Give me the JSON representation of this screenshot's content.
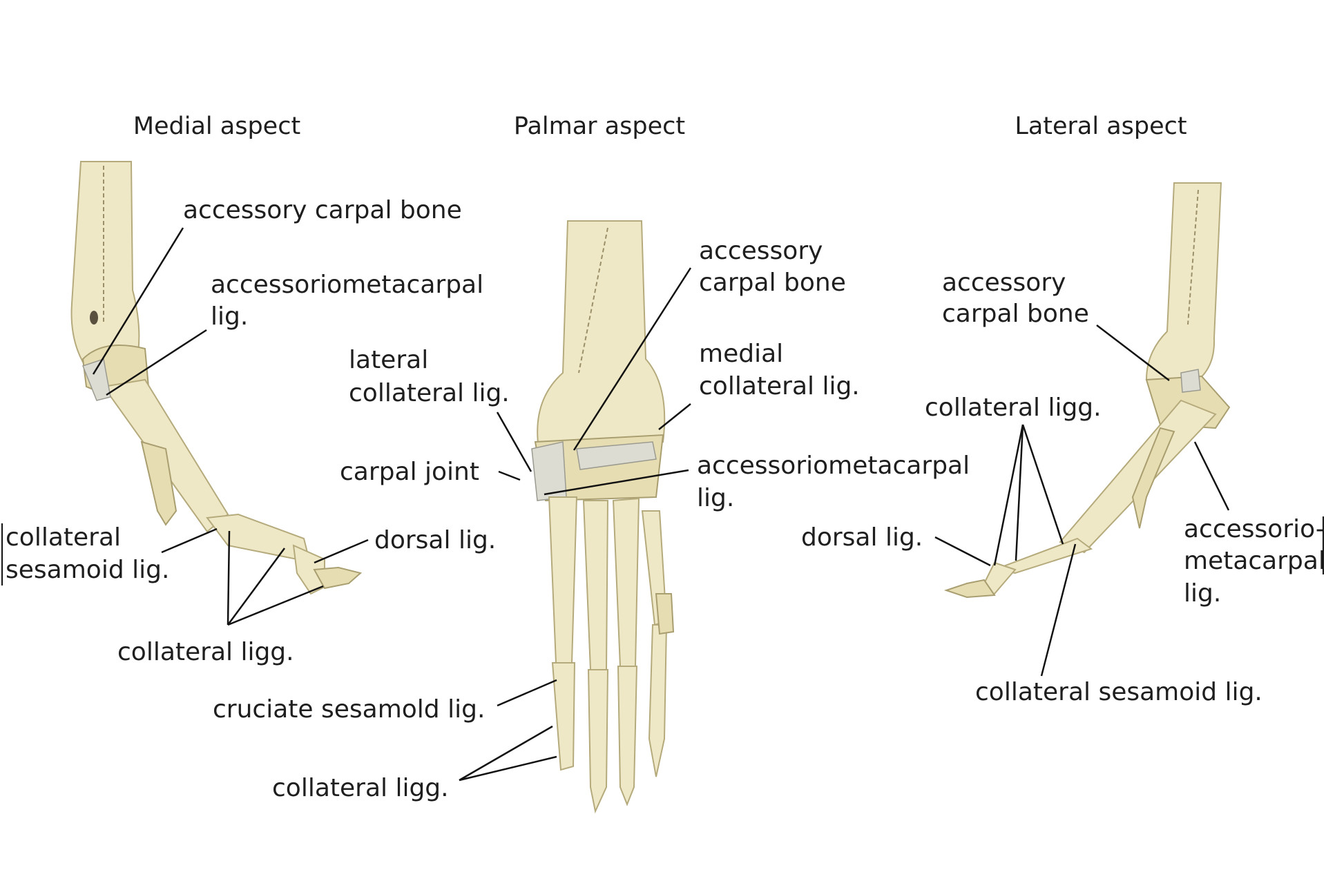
{
  "titles": {
    "medial": "Medial aspect",
    "palmar": "Palmar aspect",
    "lateral": "Lateral aspect"
  },
  "medial": {
    "accessory_carpal_bone": "accessory carpal bone",
    "accessoriometacarpal_1": "accessoriometacarpal",
    "accessoriometacarpal_2": "lig.",
    "collateral_sesamoid_1": "collateral",
    "collateral_sesamoid_2": "sesamoid lig.",
    "dorsal_lig": "dorsal lig.",
    "collateral_ligg": "collateral ligg."
  },
  "palmar": {
    "accessory_carpal_1": "accessory",
    "accessory_carpal_2": "carpal bone",
    "lateral_collateral_1": "lateral",
    "lateral_collateral_2": "collateral lig.",
    "medial_collateral_1": "medial",
    "medial_collateral_2": "collateral lig.",
    "carpal_joint": "carpal joint",
    "accessoriometacarpal_1": "accessoriometacarpal",
    "accessoriometacarpal_2": "lig.",
    "cruciate_sesamoid": "cruciate sesamold lig.",
    "collateral_ligg": "collateral ligg."
  },
  "lateral": {
    "accessory_carpal_1": "accessory",
    "accessory_carpal_2": "carpal bone",
    "collateral_ligg": "collateral ligg.",
    "dorsal_lig": "dorsal lig.",
    "accessoriometacarpal_1": "accessorio-",
    "accessoriometacarpal_2": "metacarpal",
    "accessoriometacarpal_3": "lig.",
    "collateral_sesamoid": "collateral sesamoid lig."
  },
  "colors": {
    "bone": "#efe8c6",
    "ligament": "#dcdcd2",
    "text": "#1e1e1e"
  }
}
